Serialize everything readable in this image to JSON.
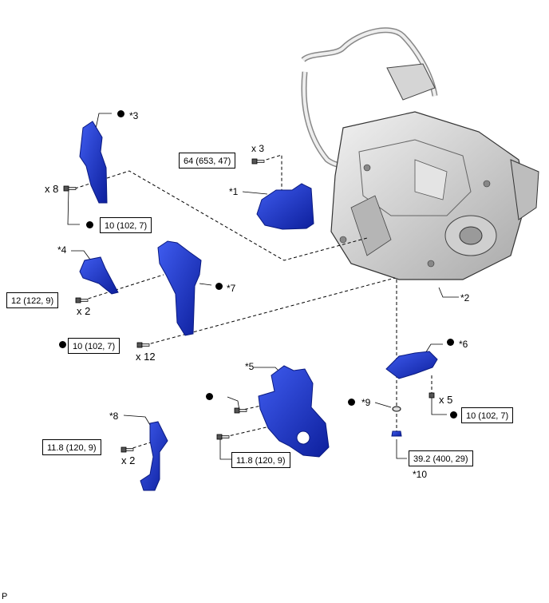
{
  "parts": {
    "p1": "*1",
    "p2": "*2",
    "p3": "*3",
    "p4": "*4",
    "p5": "*5",
    "p6": "*6",
    "p7": "*7",
    "p8": "*8",
    "p9": "*9",
    "p10": "*10"
  },
  "torque": {
    "t64": "64 (653, 47)",
    "t10_a": "10 (102, 7)",
    "t12": "12 (122, 9)",
    "t10_b": "10 (102, 7)",
    "t11_8_a": "11.8 (120, 9)",
    "t11_8_b": "11.8 (120, 9)",
    "t10_c": "10 (102, 7)",
    "t39": "39.2 (400, 29)"
  },
  "quantities": {
    "q3": "x 3",
    "q8": "x 8",
    "q2_a": "x 2",
    "q12": "x 12",
    "q5": "x 5",
    "q2_b": "x 2"
  },
  "footer": {
    "code": "P"
  },
  "colors": {
    "part_blue": "#1a35c9",
    "part_dark": "#0a1a80",
    "line": "#000000",
    "engine_gray": "#c9c9c9"
  },
  "icons": [
    "bolt-icon",
    "non-reusable-part-dot-icon"
  ]
}
